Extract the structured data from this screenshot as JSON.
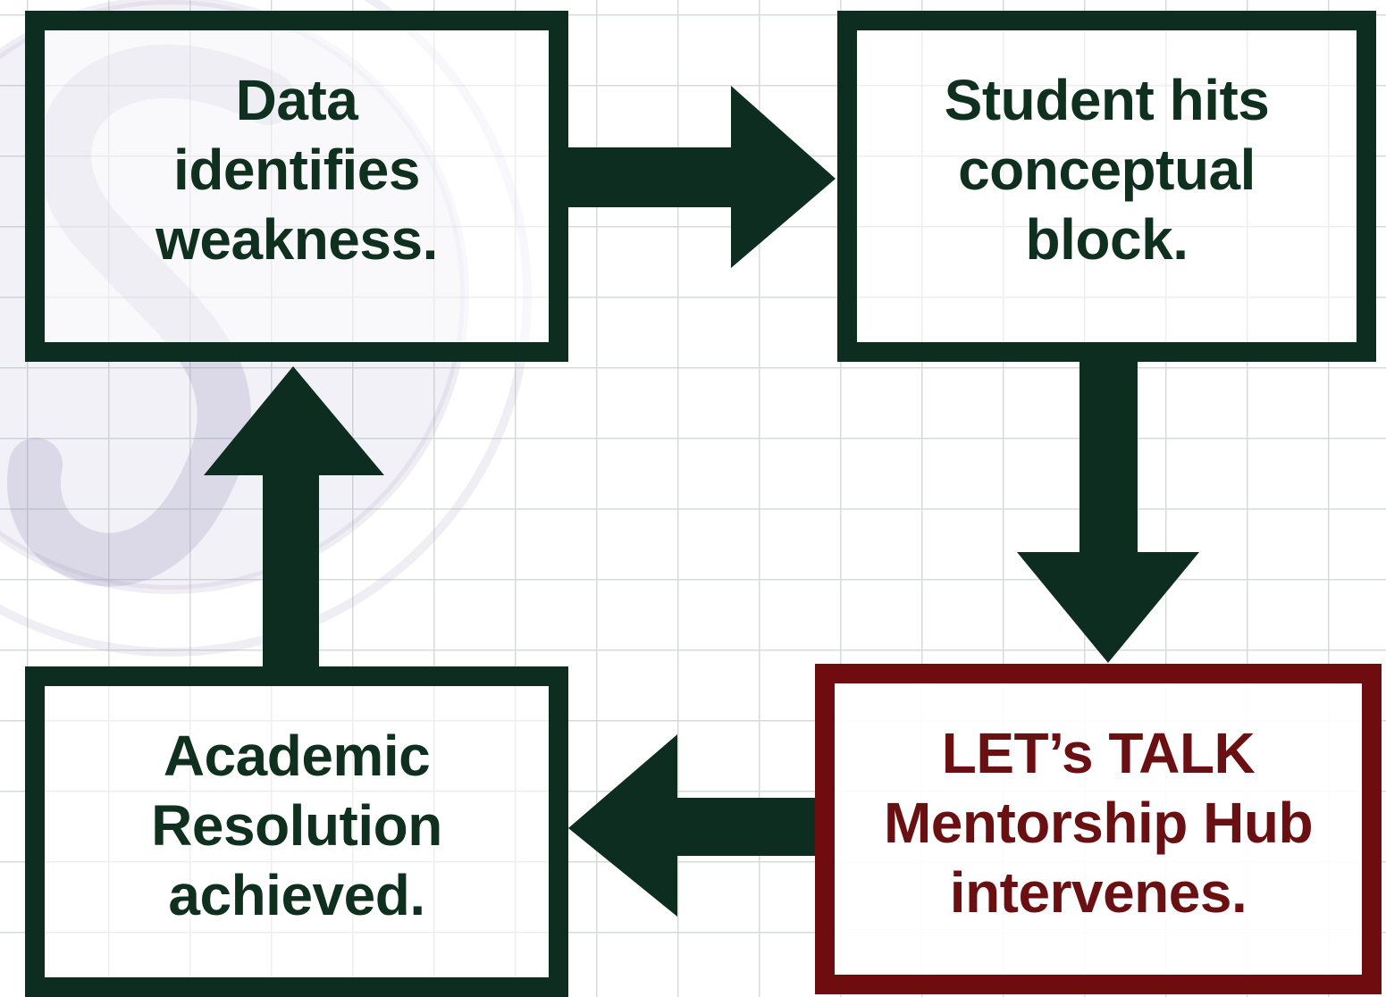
{
  "diagram": {
    "type": "cycle-flowchart",
    "colors": {
      "primary": "#0c2d1f",
      "highlight": "#6e0c10",
      "background": "#ffffff",
      "grid": "#d7dbd8"
    },
    "nodes": [
      {
        "id": "data",
        "style": "green",
        "lines": [
          "Data",
          "identifies",
          "weakness."
        ]
      },
      {
        "id": "student",
        "style": "green",
        "lines": [
          "Student hits",
          "conceptual",
          "block."
        ]
      },
      {
        "id": "letstalk",
        "style": "red",
        "lines": [
          "LET’s TALK",
          "Mentorship Hub",
          "intervenes."
        ]
      },
      {
        "id": "academic",
        "style": "green",
        "lines": [
          "Academic",
          "Resolution",
          "achieved."
        ]
      }
    ],
    "edges": [
      {
        "from": "data",
        "to": "student"
      },
      {
        "from": "student",
        "to": "letstalk"
      },
      {
        "from": "letstalk",
        "to": "academic"
      },
      {
        "from": "academic",
        "to": "data"
      }
    ]
  }
}
